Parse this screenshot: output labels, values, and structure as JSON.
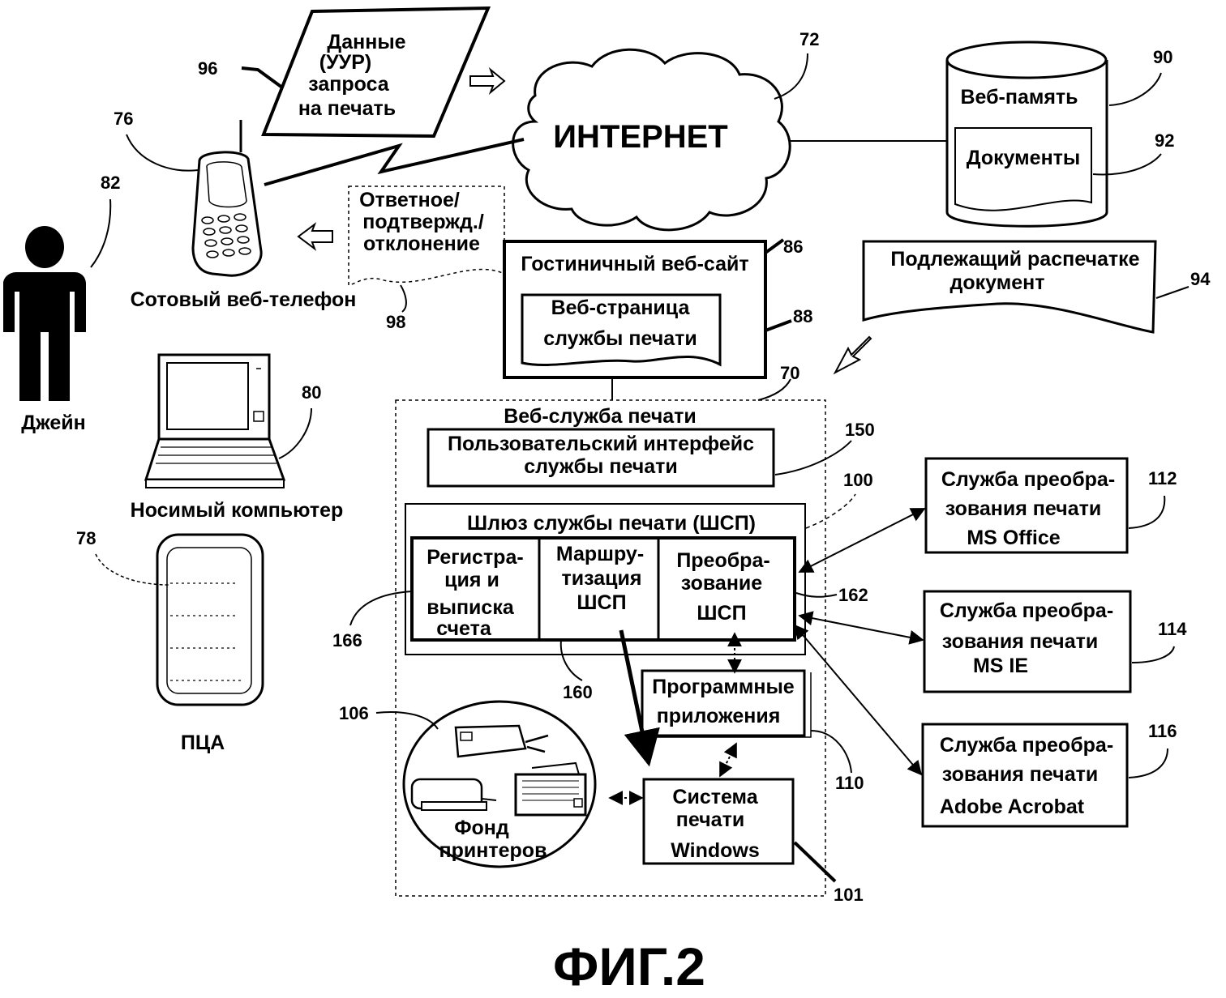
{
  "figure_label": "ФИГ.2",
  "nodes": {
    "request_data": {
      "lines": [
        "Данные",
        "(УУР)",
        "запроса",
        "на печать"
      ],
      "ref": "96"
    },
    "internet": {
      "label": "ИНТЕРНЕТ",
      "ref": "72"
    },
    "web_storage": {
      "label": "Веб-память",
      "ref": "90"
    },
    "documents": {
      "label": "Документы",
      "ref": "92"
    },
    "cell_phone": {
      "label": "Сотовый веб-телефон",
      "ref": "76"
    },
    "person": {
      "label": "Джейн",
      "ref": "82"
    },
    "response": {
      "lines": [
        "Ответное/",
        "подтвержд./",
        "отклонение"
      ],
      "ref": "98"
    },
    "hotel_site": {
      "label": "Гостиничный веб-сайт",
      "ref": "86"
    },
    "print_page": {
      "lines": [
        "Веб-страница",
        "службы печати"
      ],
      "ref": "88"
    },
    "doc_to_print": {
      "lines": [
        "Подлежащий распечатке",
        "документ"
      ],
      "ref": "94"
    },
    "laptop": {
      "label": "Носимый компьютер",
      "ref": "80"
    },
    "pda": {
      "label": "ПЦА",
      "ref": "78"
    },
    "print_service": {
      "label": "Веб-служба печати",
      "ref": "70"
    },
    "user_interface": {
      "lines": [
        "Пользовательский интерфейс",
        "службы печати"
      ],
      "ref": "150"
    },
    "gateway": {
      "label": "Шлюз службы печати (ШСП)",
      "ref": "100"
    },
    "billing": {
      "lines": [
        "Регистра-",
        "ция и",
        "выписка",
        "счета"
      ],
      "ref": "166"
    },
    "routing": {
      "lines": [
        "Маршру-",
        "тизация",
        "ШСП"
      ],
      "ref": "160"
    },
    "conversion": {
      "lines": [
        "Преобра-",
        "зование",
        "ШСП"
      ],
      "ref": "162"
    },
    "apps": {
      "lines": [
        "Программные",
        "приложения"
      ],
      "ref": "110"
    },
    "printer_pool": {
      "lines": [
        "Фонд",
        "принтеров"
      ],
      "ref": "106"
    },
    "windows_print": {
      "lines": [
        "Система",
        "печати",
        "Windows"
      ],
      "ref": "101"
    },
    "conv_office": {
      "lines": [
        "Служба преобра-",
        "зования печати",
        "MS Office"
      ],
      "ref": "112"
    },
    "conv_ie": {
      "lines": [
        "Служба преобра-",
        "зования печати",
        "MS IE"
      ],
      "ref": "114"
    },
    "conv_acrobat": {
      "lines": [
        "Служба преобра-",
        "зования печати",
        "Adobe Acrobat"
      ],
      "ref": "116"
    }
  }
}
